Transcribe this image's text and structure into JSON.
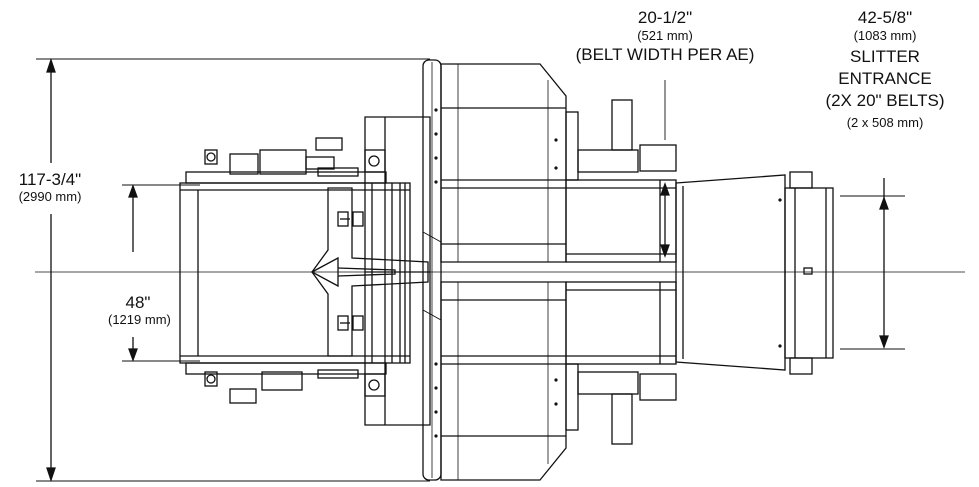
{
  "dimensions": {
    "overall_length": {
      "imperial": "117-3/4\"",
      "metric": "(2990 mm)"
    },
    "infeed_width": {
      "imperial": "48\"",
      "metric": "(1219 mm)"
    },
    "belt_width": {
      "imperial": "20-1/2\"",
      "metric": "(521 mm)",
      "note": "(BELT WIDTH PER AE)"
    },
    "slitter_entrance": {
      "imperial": "42-5/8\"",
      "metric": "(1083 mm)",
      "lines": [
        "SLITTER",
        "ENTRANCE",
        "(2X 20\" BELTS)"
      ],
      "metric_detail": "(2 x 508 mm)"
    }
  },
  "colors": {
    "line": "#111111",
    "background": "#ffffff"
  }
}
